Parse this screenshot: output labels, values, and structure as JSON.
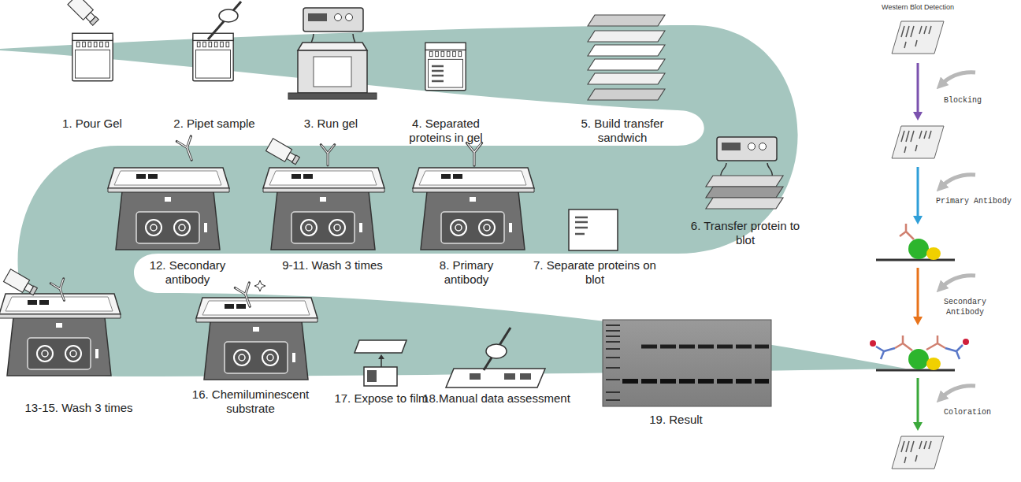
{
  "diagram": {
    "title": "Western Blot Detection",
    "labels": [
      "1. Pour Gel",
      "2. Pipet sample",
      "3. Run gel",
      "4. Separated proteins in gel",
      "5. Build transfer sandwich",
      "6. Transfer protein to blot",
      "7. Separate proteins on blot",
      "8. Primary antibody",
      "9-11. Wash 3 times",
      "12. Secondary antibody",
      "13-15. Wash 3 times",
      "16. Chemiluminescent substrate",
      "17. Expose to film",
      "18.Manual data assessment",
      "19. Result",
      "Blocking",
      "Primary Antibody",
      "Secondary Antibody",
      "Coloration"
    ]
  }
}
